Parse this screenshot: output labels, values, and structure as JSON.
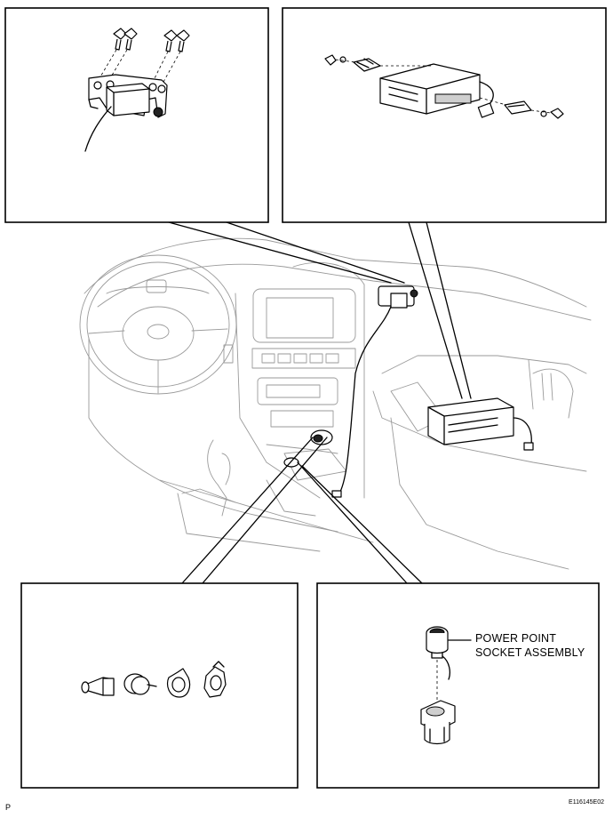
{
  "callouts": {
    "power_point_socket": {
      "line1": "POWER POINT",
      "line2": "SOCKET ASSEMBLY"
    }
  },
  "figure_code": "E116145E02",
  "page_marker": "P",
  "colors": {
    "line": "#000000",
    "light_line": "#9a9a9a",
    "background": "#ffffff"
  },
  "icons": [
    "bolt-icon",
    "bracket-icon",
    "antenna-amplifier-icon",
    "module-box-icon",
    "dashboard-icon",
    "steering-wheel-icon",
    "socket-icon",
    "cigarette-lighter-icon"
  ]
}
